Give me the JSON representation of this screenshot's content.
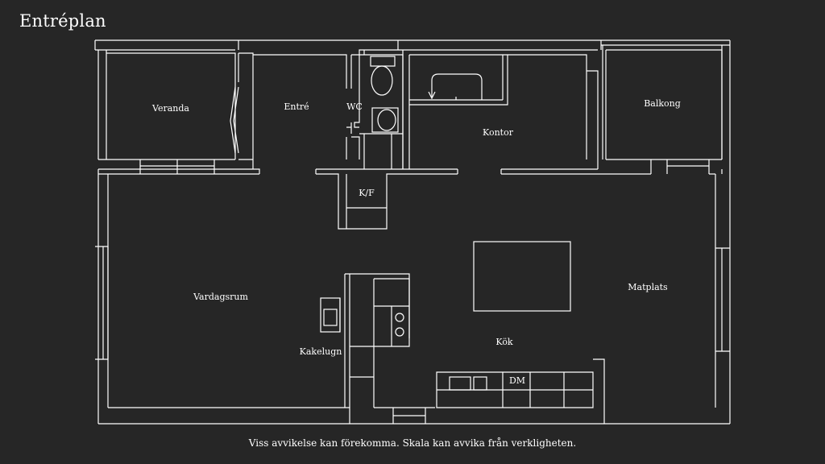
{
  "title": "Entréplan",
  "footer": "Viss avvikelse kan förekomma. Skala kan avvika från verkligheten.",
  "colors": {
    "background": "#262626",
    "lines": "#ffffff"
  },
  "rooms": {
    "veranda": "Veranda",
    "entre": "Entré",
    "wc": "WC",
    "kontor": "Kontor",
    "balkong": "Balkong",
    "kf": "K/F",
    "vardagsrum": "Vardagsrum",
    "matplats": "Matplats",
    "kakelugn": "Kakelugn",
    "kok": "Kök",
    "dm": "DM"
  }
}
